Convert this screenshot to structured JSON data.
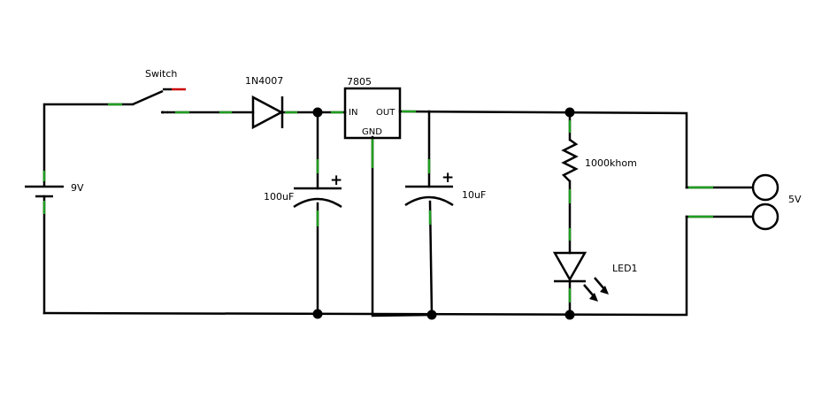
{
  "components": {
    "switch": {
      "label": "Switch"
    },
    "diode": {
      "label": "1N4007"
    },
    "regulator": {
      "label": "7805",
      "pin_in": "IN",
      "pin_out": "OUT",
      "pin_gnd": "GND"
    },
    "battery": {
      "label": "9V"
    },
    "cap_input": {
      "label": "100uF",
      "polarity": "+"
    },
    "cap_output": {
      "label": "10uF",
      "polarity": "+"
    },
    "resistor": {
      "label": "1000khom"
    },
    "led": {
      "label": "LED1"
    },
    "output": {
      "label": "5V"
    }
  },
  "colors": {
    "wire": "#000000",
    "lead": "#1f9d1f",
    "switch_tip": "#cc0000"
  }
}
